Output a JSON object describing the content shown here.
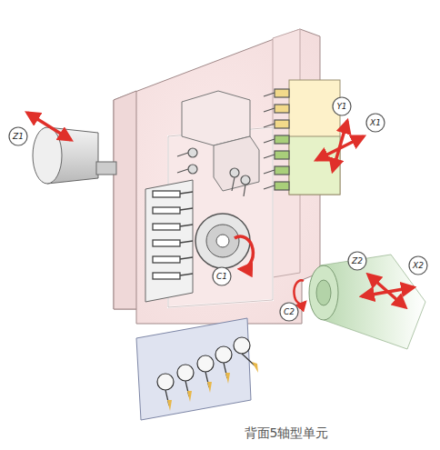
{
  "diagram": {
    "caption": "背面5轴型单元",
    "labels": [
      "Y1",
      "X1",
      "Z1",
      "C1",
      "Z2",
      "X2",
      "C2"
    ]
  }
}
